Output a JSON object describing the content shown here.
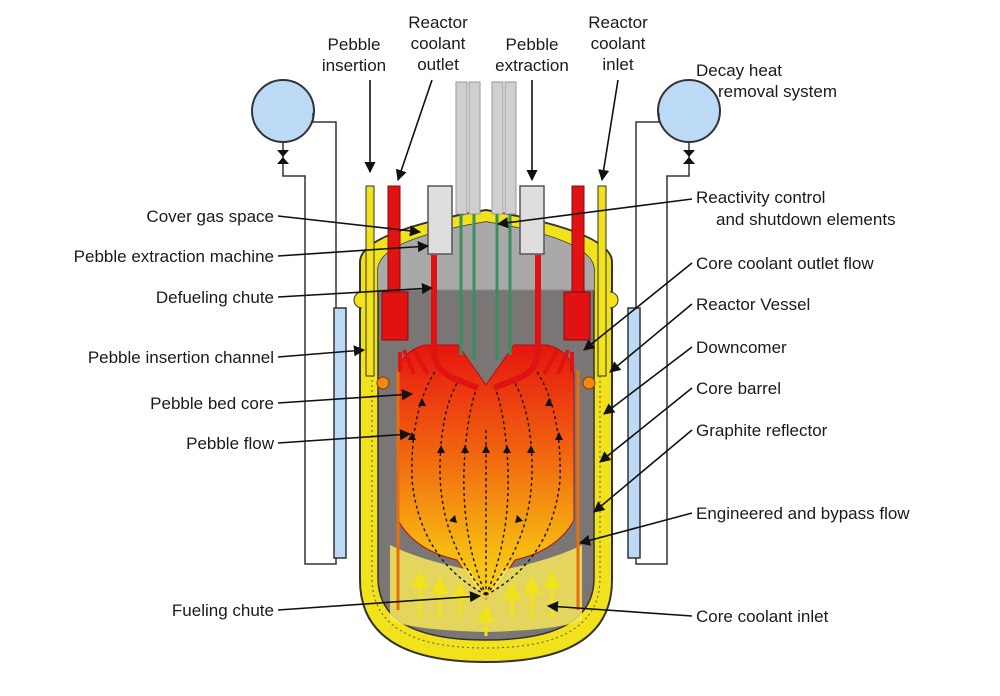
{
  "top_labels": {
    "pebble_insertion": [
      "Pebble",
      "insertion"
    ],
    "reactor_coolant_outlet": [
      "Reactor",
      "coolant",
      "outlet"
    ],
    "pebble_extraction": [
      "Pebble",
      "extraction"
    ],
    "reactor_coolant_inlet": [
      "Reactor",
      "coolant",
      "inlet"
    ],
    "decay_heat_removal": [
      "Decay heat",
      "removal system"
    ]
  },
  "left_labels": {
    "cover_gas_space": "Cover gas space",
    "pebble_extraction_machine": "Pebble extraction machine",
    "defueling_chute": "Defueling chute",
    "pebble_insertion_channel": "Pebble insertion channel",
    "pebble_bed_core": "Pebble bed core",
    "pebble_flow": "Pebble flow",
    "fueling_chute": "Fueling chute"
  },
  "right_labels": {
    "reactivity_control": [
      "Reactivity control",
      "and shutdown elements"
    ],
    "core_coolant_outlet_flow": "Core coolant outlet flow",
    "reactor_vessel": "Reactor Vessel",
    "downcomer": "Downcomer",
    "core_barrel": "Core barrel",
    "graphite_reflector": "Graphite reflector",
    "engineered_bypass_flow": "Engineered and bypass flow",
    "core_coolant_inlet": "Core coolant inlet"
  },
  "colors": {
    "vessel_yellow": "#f2e21b",
    "reflector_gray": "#7b7676",
    "cover_gas": "#a9a9a9",
    "hot_red": "#e01212",
    "core_orange": "#f5a10e",
    "heat_exchanger_blue": "#bcd9f5",
    "rod_gray": "#cfcfcf",
    "control_green": "#3a8f5e"
  }
}
